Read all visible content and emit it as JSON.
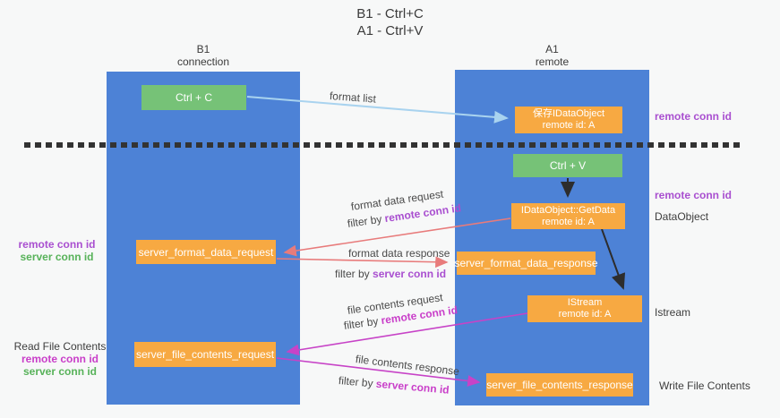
{
  "title": {
    "line1": "B1 - Ctrl+C",
    "line2": "A1 - Ctrl+V"
  },
  "columns": {
    "left": {
      "name": "B1",
      "subtitle": "connection"
    },
    "right": {
      "name": "A1",
      "subtitle": "remote"
    }
  },
  "nodes": {
    "ctrl_c": {
      "label": "Ctrl + C"
    },
    "ctrl_v": {
      "label": "Ctrl + V"
    },
    "save_dataobject": {
      "line1": "保存IDataObject",
      "line2": "remote id: A"
    },
    "getdata": {
      "line1": "IDataObject::GetData",
      "line2": "remote id: A"
    },
    "istream": {
      "line1": "IStream",
      "line2": "remote id: A"
    },
    "format_request": {
      "label": "server_format_data_request"
    },
    "format_response": {
      "label": "server_format_data_response"
    },
    "file_request": {
      "label": "server_file_contents_request"
    },
    "file_response": {
      "label": "server_file_contents_response"
    }
  },
  "right_labels": {
    "remote_conn_id_top": "remote conn id",
    "remote_conn_id_mid": "remote conn id",
    "dataobject": "DataObject",
    "istream": "Istream",
    "write_file_contents": "Write File Contents"
  },
  "left_labels": {
    "format_group": {
      "remote": "remote conn id",
      "server": "server conn id"
    },
    "file_group": {
      "title": "Read File Contents",
      "remote": "remote conn id",
      "server": "server conn id"
    }
  },
  "arrow_labels": {
    "format_list": "format list",
    "format_request": {
      "line1": "format data request",
      "prefix": "filter by ",
      "value": "remote conn id"
    },
    "format_response": {
      "line1": "format data response",
      "prefix": "filter by ",
      "value": "server conn id"
    },
    "file_request": {
      "line1": "file contents request",
      "prefix": "filter by ",
      "value": "remote conn id"
    },
    "file_response": {
      "line1": "file contents response",
      "prefix": "filter by ",
      "value": "server conn id"
    }
  },
  "colors": {
    "lane_blue": "#4d82d6",
    "node_orange": "#f7a942",
    "node_green": "#76c277",
    "conn_purple": "#a94fd0",
    "conn_magenta": "#c93ec9",
    "conn_green": "#57b259",
    "arrow_salmon": "#e87b7b",
    "arrow_magenta": "#c743c7",
    "arrow_lightblue": "#a9d3ef",
    "arrow_black": "#2d2d2d",
    "dashed_line": "#333333"
  }
}
